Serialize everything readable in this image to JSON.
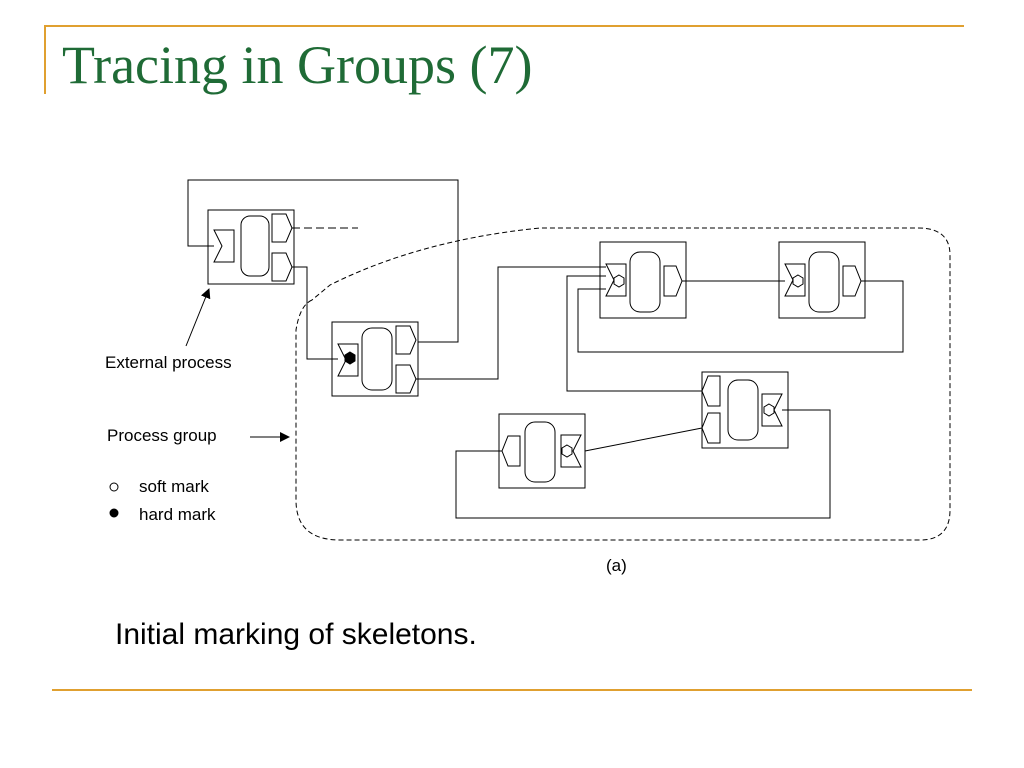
{
  "slide": {
    "title": "Tracing in Groups (7)",
    "caption": "Initial marking of skeletons."
  },
  "diagram": {
    "labels": {
      "external_process": "External process",
      "process_group": "Process group",
      "soft_mark": "soft mark",
      "hard_mark": "hard mark",
      "figure_tag": "(a)"
    },
    "colors": {
      "title": "#1f6b36",
      "accent_rule": "#e0a030",
      "stroke": "#000000"
    }
  }
}
